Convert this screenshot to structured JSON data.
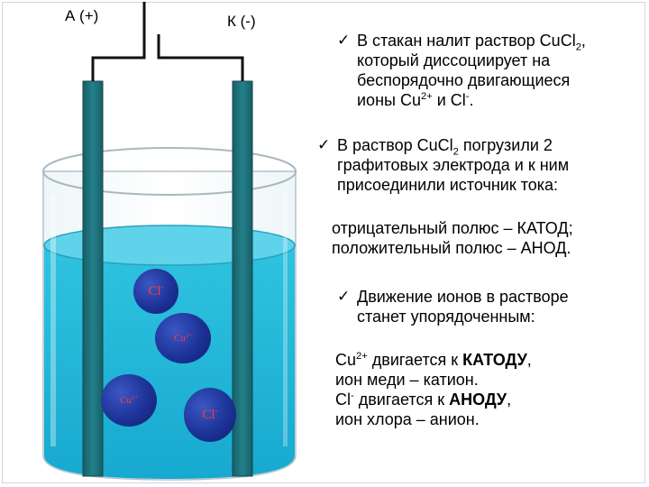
{
  "colors": {
    "water_top": "#2fc3e0",
    "water_bottom": "#17a9cf",
    "electrode": "#1f7079",
    "ion_text": "#ff3b3b",
    "ion_fill": "#1c3297"
  },
  "labels": {
    "anode": "А (+)",
    "cathode": "К (-)"
  },
  "ions": [
    {
      "symbol": "Cl",
      "charge": "-"
    },
    {
      "symbol": "Cu",
      "charge": "2+"
    },
    {
      "symbol": "Cu",
      "charge": "2+"
    },
    {
      "symbol": "Cl",
      "charge": "-"
    }
  ],
  "text": {
    "b1_l1_a": "В стакан налит раствор CuCl",
    "b1_l1_sub": "2",
    "b1_l1_b": ",",
    "b1_l2": "который диссоциирует на",
    "b1_l3": "беспорядочно двигающиеся",
    "b1_l4_a": "ионы Cu",
    "b1_l4_sup1": "2+",
    "b1_l4_b": " и Cl",
    "b1_l4_sup2": "-",
    "b1_l4_c": ".",
    "b2_l1_a": "В раствор CuCl",
    "b2_l1_sub": "2",
    "b2_l1_b": " погрузили 2",
    "b2_l2": "графитовых электрода и к ним",
    "b2_l3": "присоединили источник тока:",
    "p1_l1": "отрицательный полюс – КАТОД;",
    "p1_l2": "положительный полюс – АНОД.",
    "b3_l1": "Движение ионов в растворе",
    "b3_l2": "станет упорядоченным:",
    "p2_l1_a": "Cu",
    "p2_l1_sup": "2+",
    "p2_l1_b": " двигается к ",
    "p2_l1_bold": "КАТОДУ",
    "p2_l1_c": ",",
    "p2_l2": "ион меди – катион.",
    "p2_l3_a": "Cl",
    "p2_l3_sup": "-",
    "p2_l3_b": " двигается  к ",
    "p2_l3_bold": "АНОДУ",
    "p2_l3_c": ",",
    "p2_l4": "ион хлора – анион."
  }
}
